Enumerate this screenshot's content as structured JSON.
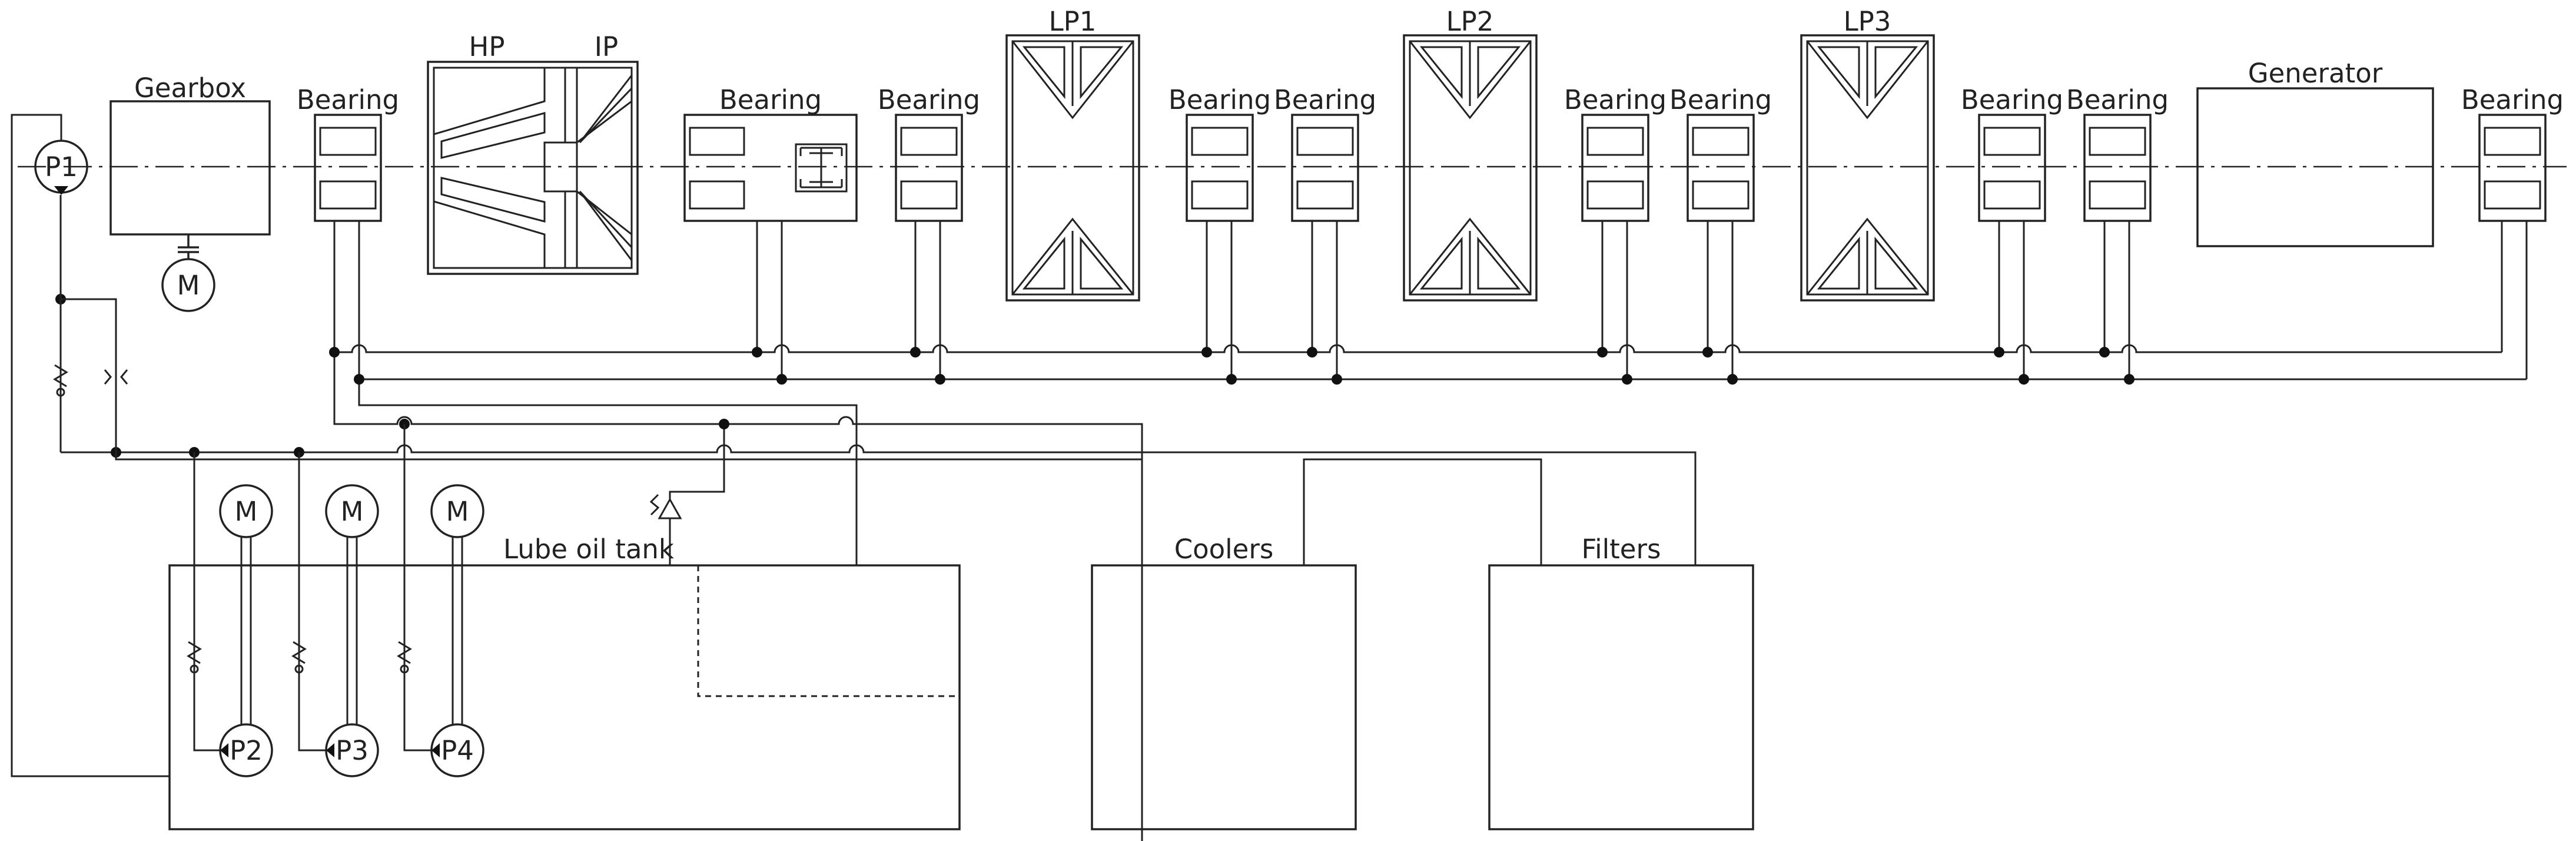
{
  "labels": {
    "gearbox": "Gearbox",
    "bearing": "Bearing",
    "hp": "HP",
    "ip": "IP",
    "lp1": "LP1",
    "lp2": "LP2",
    "lp3": "LP3",
    "generator": "Generator",
    "motor": "M",
    "p1": "P1",
    "p2": "P2",
    "p3": "P3",
    "p4": "P4",
    "lube_oil_tank": "Lube oil tank",
    "coolers": "Coolers",
    "filters": "Filters"
  }
}
